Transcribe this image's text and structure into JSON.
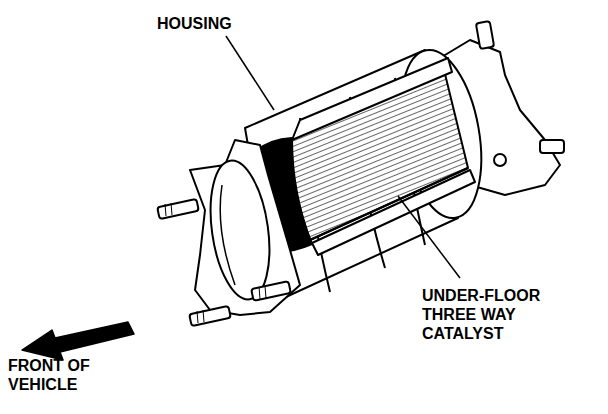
{
  "diagram": {
    "labels": [
      "HOUSING",
      "UNDER-FLOOR THREE WAY CATALYST",
      "FRONT OF VEHICLE"
    ]
  }
}
